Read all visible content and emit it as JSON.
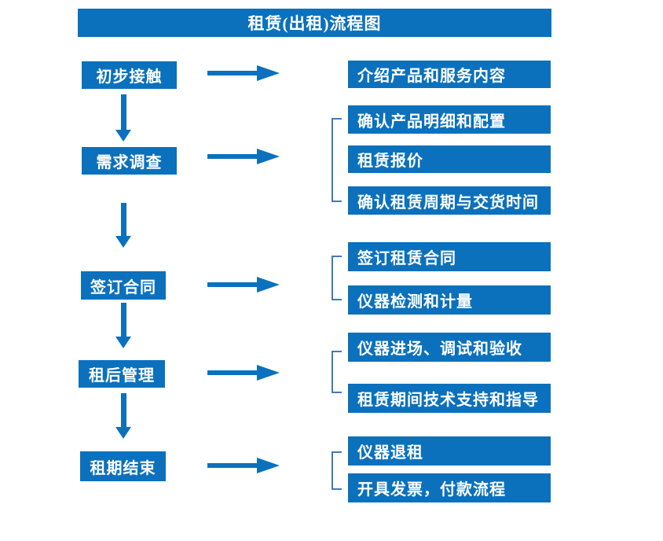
{
  "title": "租赁(出租)流程图",
  "colors": {
    "primary": "#0b71bd",
    "bracket": "#3e7bbd",
    "box_text": "#ffffff",
    "background": "#ffffff"
  },
  "stages": [
    {
      "label": "初步接触",
      "outputs": [
        "介绍产品和服务内容"
      ]
    },
    {
      "label": "需求调查",
      "outputs": [
        "确认产品明细和配置",
        "租赁报价",
        "确认租赁周期与交货时间"
      ]
    },
    {
      "label": "签订合同",
      "outputs": [
        "签订租赁合同",
        "仪器检测和计量"
      ]
    },
    {
      "label": "租后管理",
      "outputs": [
        "仪器进场、调试和验收",
        "租赁期间技术支持和指导"
      ]
    },
    {
      "label": "租期结束",
      "outputs": [
        "仪器退租",
        "开具发票，付款流程"
      ]
    }
  ]
}
